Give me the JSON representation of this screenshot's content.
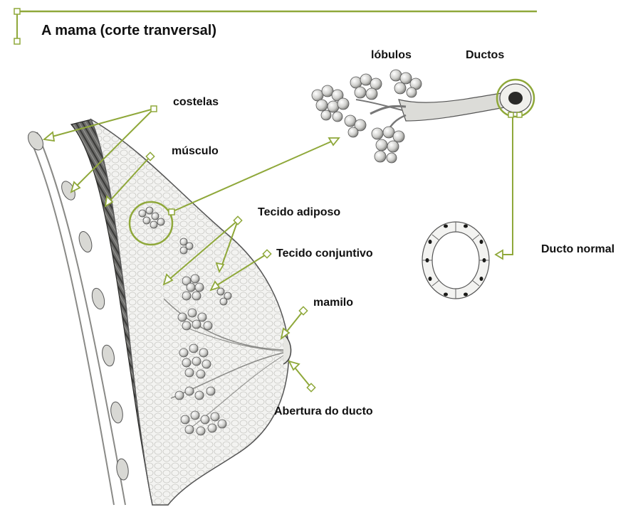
{
  "title": "A mama (corte tranversal)",
  "accent_color": "#8fa83a",
  "labels": {
    "costelas": "costelas",
    "musculo": "músculo",
    "tecido_adiposo": "Tecido adiposo",
    "tecido_conjuntivo": "Tecido conjuntivo",
    "mamilo": "mamilo",
    "abertura_ducto": "Abertura do ducto",
    "lobulos": "lóbulos",
    "ductos": "Ductos",
    "ducto_normal": "Ducto normal"
  }
}
